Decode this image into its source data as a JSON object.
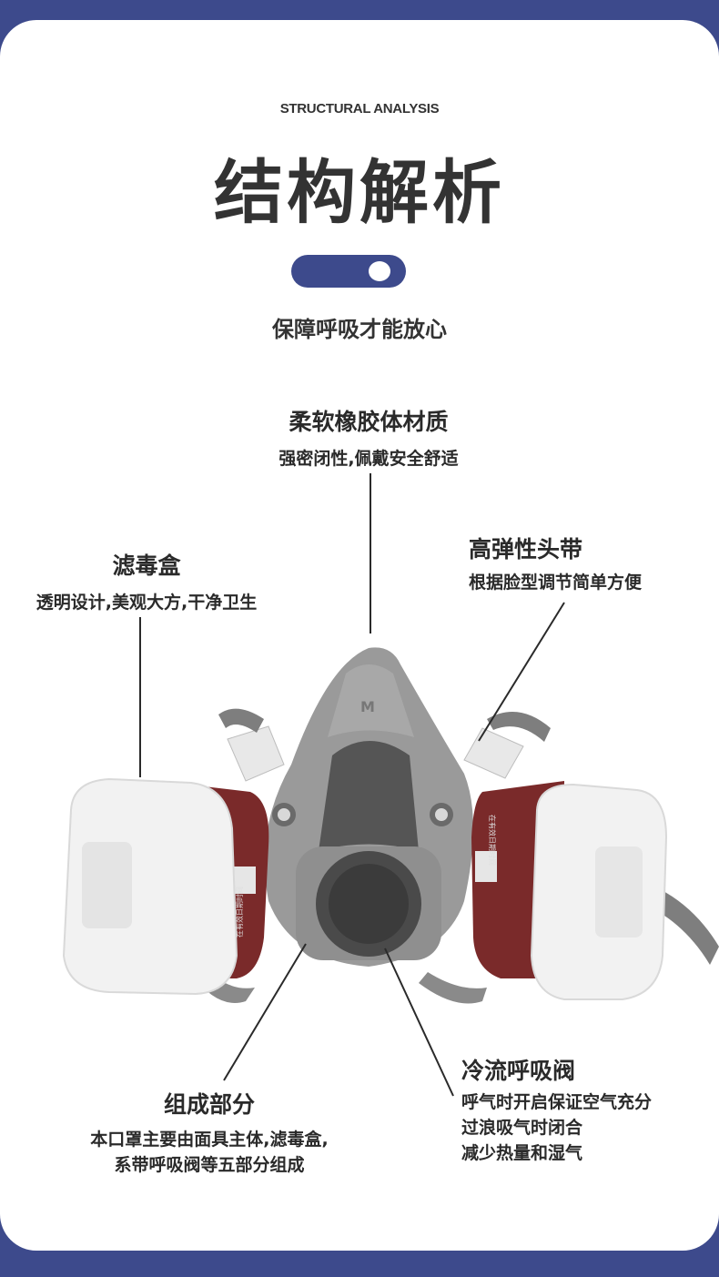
{
  "header": {
    "eyebrow": "STRUCTURAL ANALYSIS",
    "title": "结构解析",
    "subtitle": "保障呼吸才能放心"
  },
  "callouts": {
    "material": {
      "title": "柔软橡胶体材质",
      "desc": "强密闭性,佩戴安全舒适"
    },
    "filter": {
      "title": "滤毒盒",
      "desc": "透明设计,美观大方,干净卫生"
    },
    "headband": {
      "title": "高弹性头带",
      "desc": "根据脸型调节简单方便"
    },
    "composition": {
      "title": "组成部分",
      "desc_lines": [
        "本口罩主要由面具主体,滤毒盒,",
        "系带呼吸阀等五部分组成"
      ]
    },
    "valve": {
      "title": "冷流呼吸阀",
      "desc_lines": [
        "呼气时开启保证空气充分",
        "过浪吸气时闭合",
        "减少热量和湿气"
      ]
    }
  },
  "product": {
    "mask_mark": "M",
    "cartridge_left_text": "在有效日期时间",
    "cartridge_right_text": "在有效日期时间"
  },
  "colors": {
    "brand": "#3d4a8c",
    "text": "#2a2a2a",
    "mask_gray": "#8d8d8d",
    "cartridge_red": "#7a2a2a"
  }
}
